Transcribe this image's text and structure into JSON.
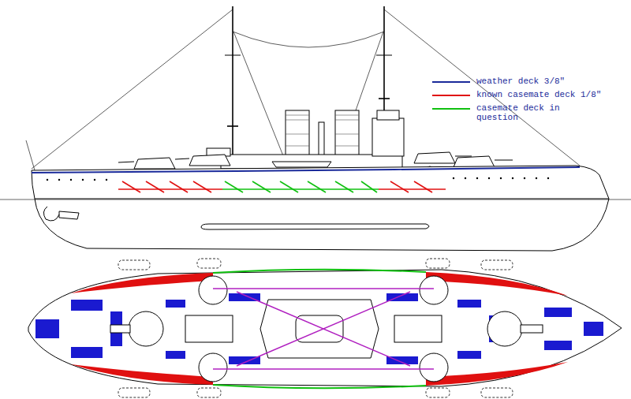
{
  "diagram": {
    "legend": [
      {
        "text": "weather deck 3/8\"",
        "color": "#1a2a9a"
      },
      {
        "text": "known casemate deck 1/8\"",
        "color": "#e01010"
      },
      {
        "text": "casemate deck in question",
        "color": "#10c010"
      }
    ]
  }
}
